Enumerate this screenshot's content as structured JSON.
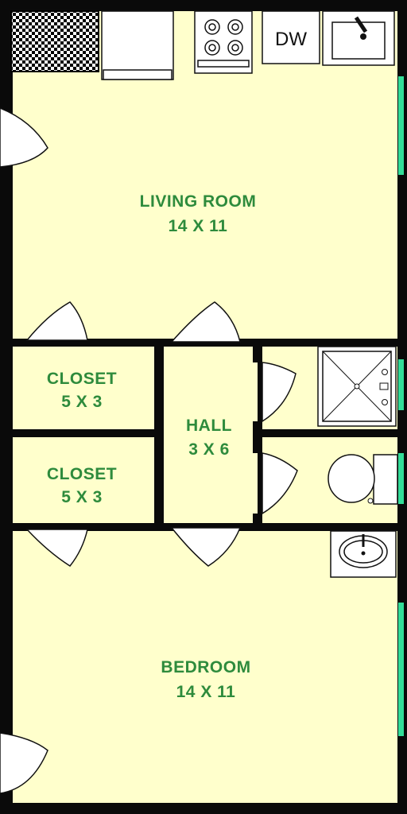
{
  "rooms": {
    "living_room": {
      "name": "LIVING ROOM",
      "size": "14 X 11"
    },
    "closet_upper": {
      "name": "CLOSET",
      "size": "5 X 3"
    },
    "closet_lower": {
      "name": "CLOSET",
      "size": "5 X 3"
    },
    "hall": {
      "name": "HALL",
      "size": "3 X 6"
    },
    "bedroom": {
      "name": "BEDROOM",
      "size": "14 X 11"
    }
  },
  "kitchen": {
    "dishwasher_label": "DW"
  },
  "colors": {
    "floor": "#ffffcc",
    "wall": "#0a0a0a",
    "label": "#2e8b3c",
    "window": "#33dd99"
  }
}
